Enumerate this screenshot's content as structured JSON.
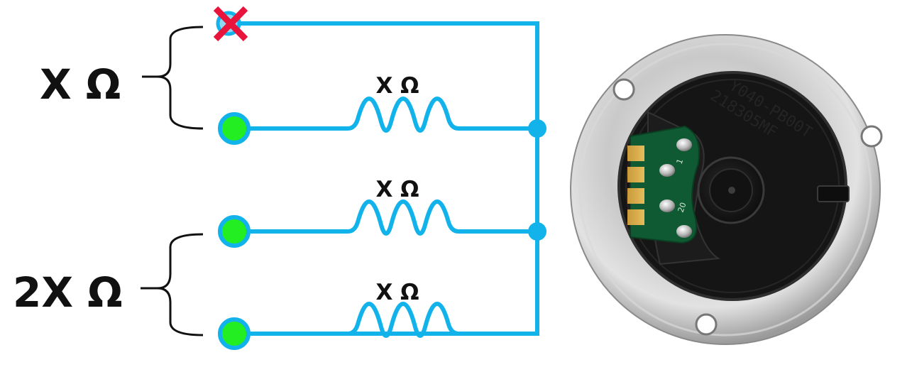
{
  "diagram": {
    "group_labels": {
      "top": "X Ω",
      "bottom": "2X Ω"
    },
    "resistor_labels": [
      "X Ω",
      "X Ω",
      "X Ω"
    ],
    "colors": {
      "wire": "#12b3ea",
      "terminal_fill": "#22ee22",
      "terminal_ring": "#12b3ea",
      "cross": "#e8143c",
      "junction": "#12b3ea",
      "text": "#111111"
    }
  },
  "photo": {
    "engraving_line1": "Y040-PB00T",
    "engraving_line2": "218305MF",
    "pcb_mark_1": "1",
    "pcb_mark_2": "20"
  }
}
